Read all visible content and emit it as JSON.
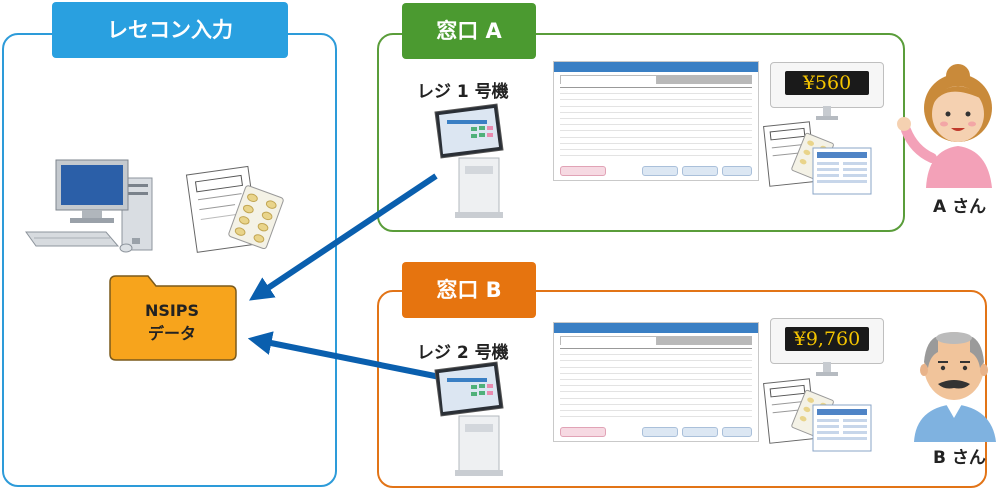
{
  "left_panel": {
    "title": "レセコン入力",
    "folder_line1": "NSIPS",
    "folder_line2": "データ"
  },
  "window_a": {
    "title": "窓口 A",
    "register": "レジ 1 号機",
    "amount": "¥560",
    "customer": "A さん"
  },
  "window_b": {
    "title": "窓口 B",
    "register": "レジ 2 号機",
    "amount": "¥9,760",
    "customer": "B さん"
  },
  "colors": {
    "left": "#29a0e0",
    "window_a": "#4b9a30",
    "window_b": "#e6740f",
    "arrow": "#0a5fae",
    "folder": "#f7a41c"
  },
  "icons": [
    "desktop-computer-icon",
    "prescription-icon",
    "pos-terminal-icon",
    "customer-display-icon",
    "woman-customer-icon",
    "man-customer-icon",
    "folder-icon"
  ]
}
